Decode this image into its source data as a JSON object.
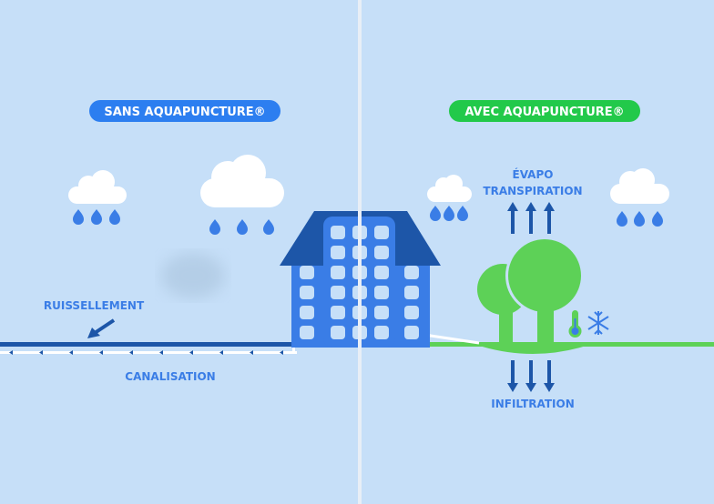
{
  "left_panel": {
    "title": "SANS AQUAPUNCTURE®",
    "labels": {
      "runoff": "RUISSELLEMENT",
      "sewer": "CANALISATION"
    }
  },
  "right_panel": {
    "title": "AVEC AQUAPUNCTURE®",
    "labels": {
      "evapo_line1": "ÉVAPO",
      "evapo_line2": "TRANSPIRATION",
      "infiltration": "INFILTRATION"
    }
  },
  "colors": {
    "background": "#c6dff8",
    "blue": "#3a7de6",
    "dark_blue": "#1d56a8",
    "green": "#5dd157",
    "divider": "#e8eef6"
  },
  "icons": [
    "cloud-icon",
    "raindrop-icon",
    "building-icon",
    "tree-icon",
    "thermometer-icon",
    "snowflake-icon",
    "arrow-icon"
  ]
}
